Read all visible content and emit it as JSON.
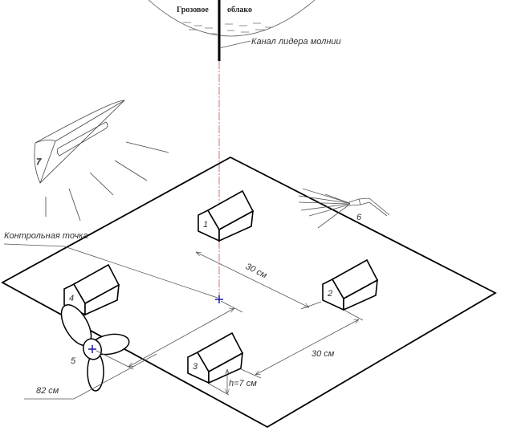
{
  "cloud": {
    "label_left": "Грозовое",
    "label_right": "облако"
  },
  "channel_label": "Канал лидера молнии",
  "control_point_label": "Контрольная точка",
  "objects": [
    {
      "number": "1",
      "type": "house"
    },
    {
      "number": "2",
      "type": "house"
    },
    {
      "number": "3",
      "type": "house"
    },
    {
      "number": "4",
      "type": "house"
    },
    {
      "number": "5",
      "type": "fan"
    },
    {
      "number": "6",
      "type": "torch"
    },
    {
      "number": "7",
      "type": "lamp"
    }
  ],
  "dimensions": {
    "d12": "30 см",
    "d23": "30 см",
    "height": "h=7 см",
    "d_fan": "82 см"
  },
  "colors": {
    "control_point": "#1a1a9c",
    "axis": "#c0392b"
  }
}
